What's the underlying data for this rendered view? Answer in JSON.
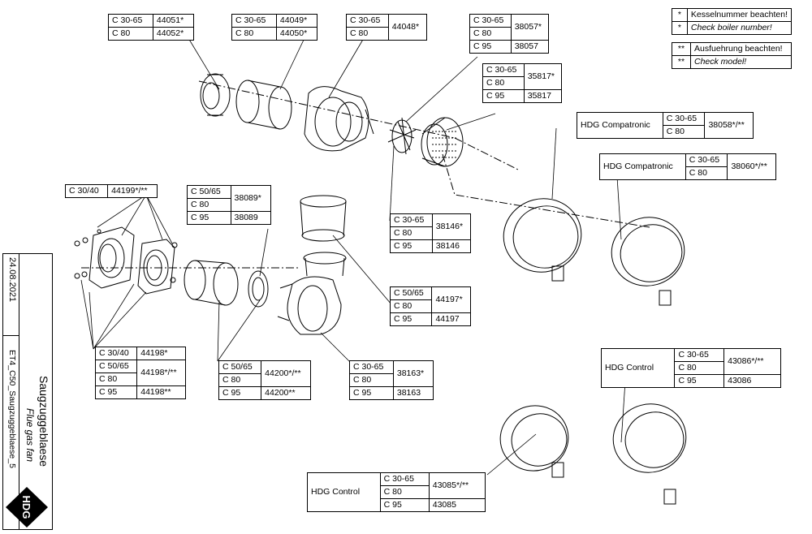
{
  "legend": [
    {
      "symbol": "*",
      "text": "Kesselnummer beachten!",
      "italic": false
    },
    {
      "symbol": "*",
      "text": "Check boiler number!",
      "italic": true
    },
    {
      "symbol": "**",
      "text": "Ausfuehrung beachten!",
      "italic": false
    },
    {
      "symbol": "**",
      "text": "Check model!",
      "italic": true
    }
  ],
  "tables": {
    "t44051": {
      "rows": [
        [
          "C 30-65",
          "44051*"
        ],
        [
          "C 80",
          "44052*"
        ]
      ]
    },
    "t44049": {
      "rows": [
        [
          "C 30-65",
          "44049*"
        ],
        [
          "C 80",
          "44050*"
        ]
      ]
    },
    "t44048": {
      "models": [
        "C 30-65",
        "C 80"
      ],
      "part": "44048*"
    },
    "t38057": {
      "models": [
        "C 30-65",
        "C 80"
      ],
      "part": "38057*",
      "c95": [
        "C 95",
        "38057"
      ]
    },
    "t35817": {
      "models": [
        "C 30-65",
        "C 80"
      ],
      "part": "35817*",
      "c95": [
        "C 95",
        "35817"
      ]
    },
    "t38058": {
      "label": "HDG Compatronic",
      "models": [
        "C 30-65",
        "C 80"
      ],
      "part": "38058*/**"
    },
    "t38060": {
      "label": "HDG Compatronic",
      "models": [
        "C 30-65",
        "C 80"
      ],
      "part": "38060*/**"
    },
    "t44199": {
      "rows": [
        [
          "C 30/40",
          "44199*/**"
        ]
      ]
    },
    "t38089": {
      "models": [
        "C 50/65",
        "C 80"
      ],
      "part": "38089*",
      "c95": [
        "C 95",
        "38089"
      ]
    },
    "t38146": {
      "models": [
        "C 30-65",
        "C 80"
      ],
      "part": "38146*",
      "c95": [
        "C 95",
        "38146"
      ]
    },
    "t44197": {
      "models": [
        "C 50/65",
        "C 80"
      ],
      "part": "44197*",
      "c95": [
        "C 95",
        "44197"
      ]
    },
    "t44198": {
      "r1": [
        "C 30/40",
        "44198*"
      ],
      "models": [
        "C 50/65",
        "C 80"
      ],
      "part": "44198*/**",
      "c95": [
        "C 95",
        "44198**"
      ]
    },
    "t44200": {
      "models": [
        "C 50/65",
        "C 80"
      ],
      "part": "44200*/**",
      "c95": [
        "C 95",
        "44200**"
      ]
    },
    "t38163": {
      "models": [
        "C 30-65",
        "C 80"
      ],
      "part": "38163*",
      "c95": [
        "C 95",
        "38163"
      ]
    },
    "t43086": {
      "label": "HDG Control",
      "models": [
        "C 30-65",
        "C 80",
        "C 95"
      ],
      "parts": [
        "43086*/**",
        "43086"
      ]
    },
    "t43085": {
      "label": "HDG Control",
      "models": [
        "C 30-65",
        "C 80",
        "C 95"
      ],
      "parts": [
        "43085*/**",
        "43085"
      ]
    }
  },
  "titleblock": {
    "date": "24.08.2021",
    "title_de": "Saugzuggeblaese",
    "title_en": "Flue gas fan",
    "drawing": "ET4_C50_Saugzuggeblaese_5",
    "logo": "HDG"
  }
}
